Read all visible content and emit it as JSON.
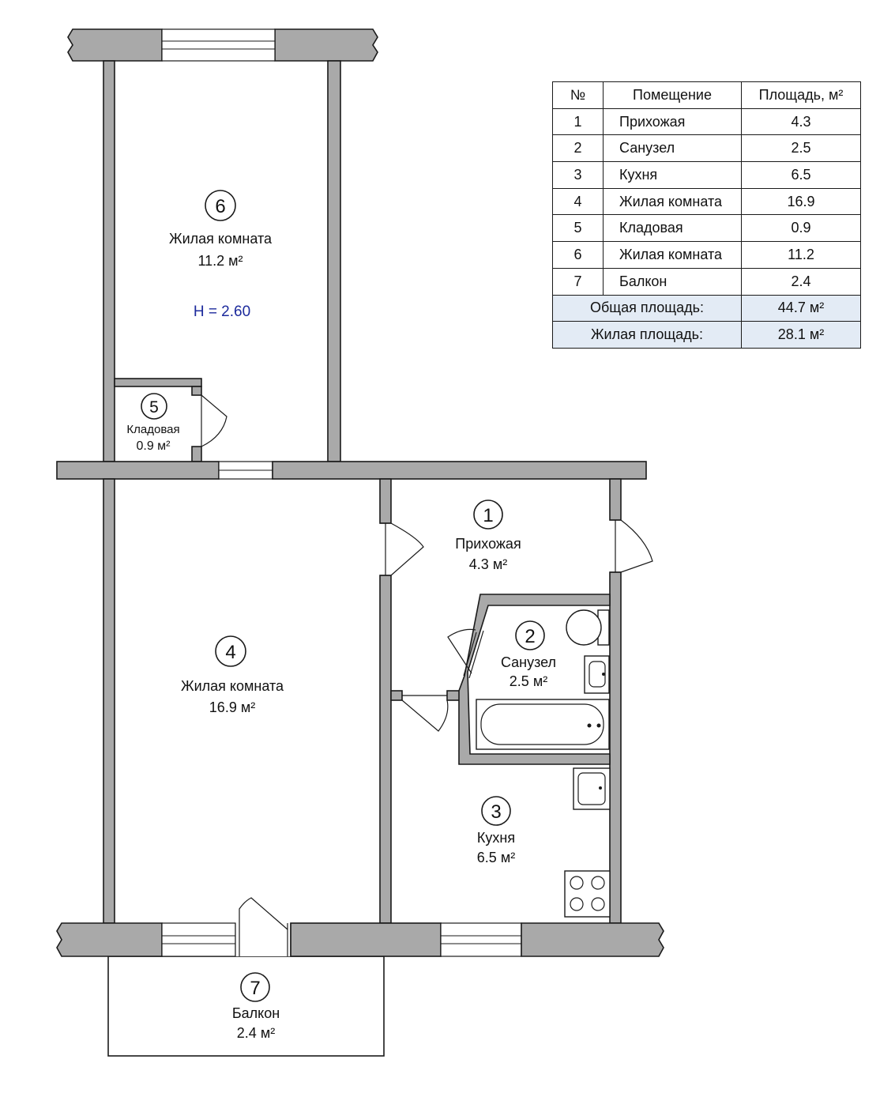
{
  "table": {
    "headers": {
      "num": "№",
      "room": "Помещение",
      "area": "Площадь, м²"
    },
    "rows": [
      {
        "num": "1",
        "name": "Прихожая",
        "area": "4.3"
      },
      {
        "num": "2",
        "name": "Санузел",
        "area": "2.5"
      },
      {
        "num": "3",
        "name": "Кухня",
        "area": "6.5"
      },
      {
        "num": "4",
        "name": "Жилая комната",
        "area": "16.9"
      },
      {
        "num": "5",
        "name": "Кладовая",
        "area": "0.9"
      },
      {
        "num": "6",
        "name": "Жилая комната",
        "area": "11.2"
      },
      {
        "num": "7",
        "name": "Балкон",
        "area": "2.4"
      }
    ],
    "total": {
      "label": "Общая площадь:",
      "value": "44.7 м²"
    },
    "living": {
      "label": "Жилая площадь:",
      "value": "28.1 м²"
    }
  },
  "plan": {
    "ceiling_height": "H = 2.60",
    "rooms": [
      {
        "num": "1",
        "name": "Прихожая",
        "area": "4.3 м²"
      },
      {
        "num": "2",
        "name": "Санузел",
        "area": "2.5 м²"
      },
      {
        "num": "3",
        "name": "Кухня",
        "area": "6.5 м²"
      },
      {
        "num": "4",
        "name": "Жилая комната",
        "area": "16.9 м²"
      },
      {
        "num": "5",
        "name": "Кладовая",
        "area": "0.9 м²"
      },
      {
        "num": "6",
        "name": "Жилая комната",
        "area": "11.2 м²"
      },
      {
        "num": "7",
        "name": "Балкон",
        "area": "2.4 м²"
      }
    ]
  },
  "colors": {
    "wall": "#a9a9a9",
    "summary_row": "#e3ebf5",
    "height_label": "#1c2a9c"
  }
}
